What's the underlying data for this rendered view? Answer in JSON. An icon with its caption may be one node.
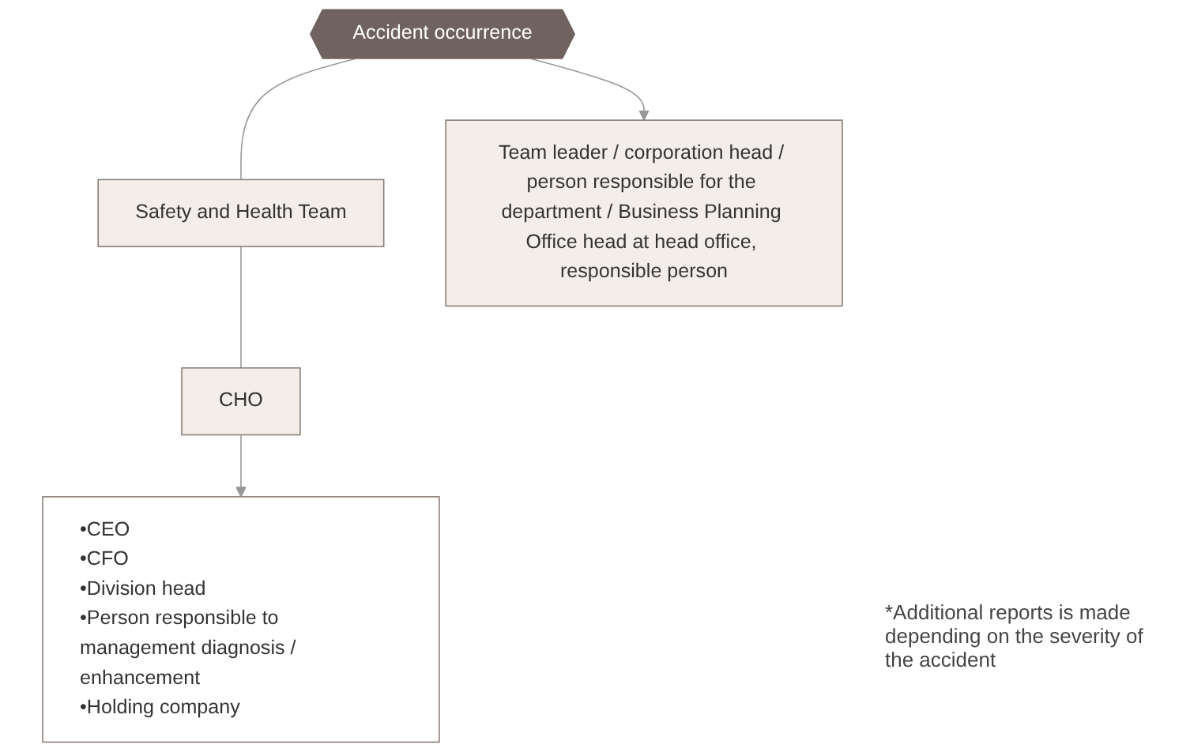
{
  "diagram": {
    "nodes": [
      {
        "text": [
          "Accident occurrence"
        ]
      },
      {
        "text": [
          "Safety and Health Team"
        ]
      },
      {
        "text": [
          "Team leader / corporation head / person responsible for the department / Business Planning Office head at head office, responsible person"
        ]
      },
      {
        "text": [
          "CHO"
        ]
      },
      {
        "text": [
          "•CEO",
          "•CFO",
          "•Division head",
          "•Person responsible to management diagnosis / enhancement",
          "•Holding company"
        ]
      }
    ],
    "edges": [
      {
        "from": 0,
        "to": 1,
        "arrow": "none"
      },
      {
        "from": 0,
        "to": 2,
        "arrow": "to"
      },
      {
        "from": 1,
        "to": 3,
        "arrow": "none"
      },
      {
        "from": 3,
        "to": 4,
        "arrow": "to"
      }
    ],
    "labels": [
      "*Additional reports is made depending on the severity of the accident"
    ]
  }
}
